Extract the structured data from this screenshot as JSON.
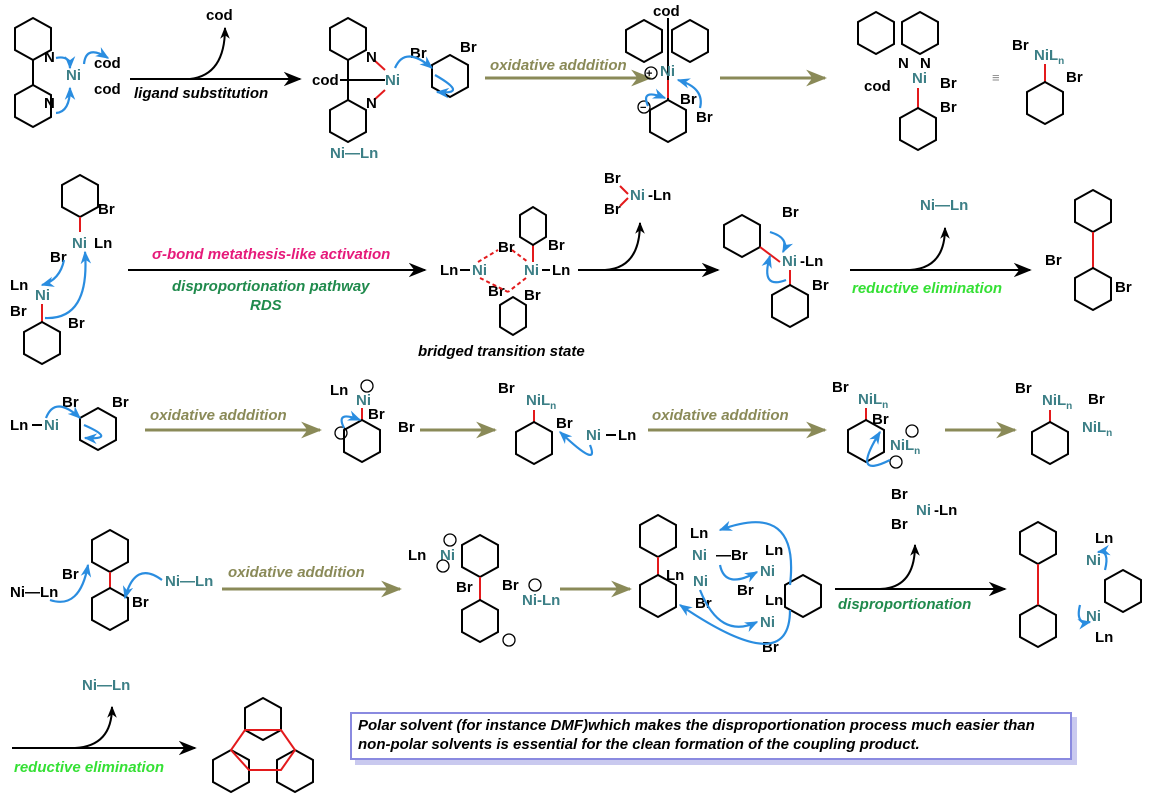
{
  "colors": {
    "ni": "#3c7f86",
    "bond": "#000000",
    "new_bond": "#e31a1c",
    "curly_arrow": "#2a8de0",
    "oxidative_addition": "#8a8a58",
    "sigma_metathesis": "#e6197a",
    "disproportionation": "#1f8a4c",
    "reductive_elimination": "#35e035",
    "note_border": "#8a8ae0"
  },
  "atoms": {
    "ni": "Ni",
    "br": "Br",
    "n": "N",
    "ln": "Ln",
    "niln_sub": "NiL",
    "sub_n": "n",
    "cod": "cod",
    "ni_ln": "Ni—Ln",
    "ln_ni": "Ln—Ni",
    "ni_ln_short": "Ni-Ln",
    "plus": "+",
    "minus": "−",
    "equiv": "≡"
  },
  "row1": {
    "leaving": "cod",
    "step1_label": "ligand substitution",
    "step2_label": "oxidative adddition",
    "catalyst_label": "Ni—Ln"
  },
  "row2": {
    "step_label_top": "σ-bond metathesis-like activation",
    "step_label_bottom_1": "disproportionation pathway",
    "step_label_bottom_2": "RDS",
    "ts_caption": "bridged transition state",
    "released_1": "Ni—Ln",
    "step_label_re": "reductive elimination"
  },
  "row3": {
    "step_label_1": "oxidative adddition",
    "step_label_2": "oxidative adddition"
  },
  "row4": {
    "step_label_1": "oxidative adddition",
    "step_label_2": "disproportionation"
  },
  "row5": {
    "released": "Ni—Ln",
    "step_label": "reductive elimination"
  },
  "note": {
    "text": "Polar solvent (for instance DMF)which makes the disproportionation process much easier than non-polar solvents is essential for the clean formation of the coupling product."
  }
}
